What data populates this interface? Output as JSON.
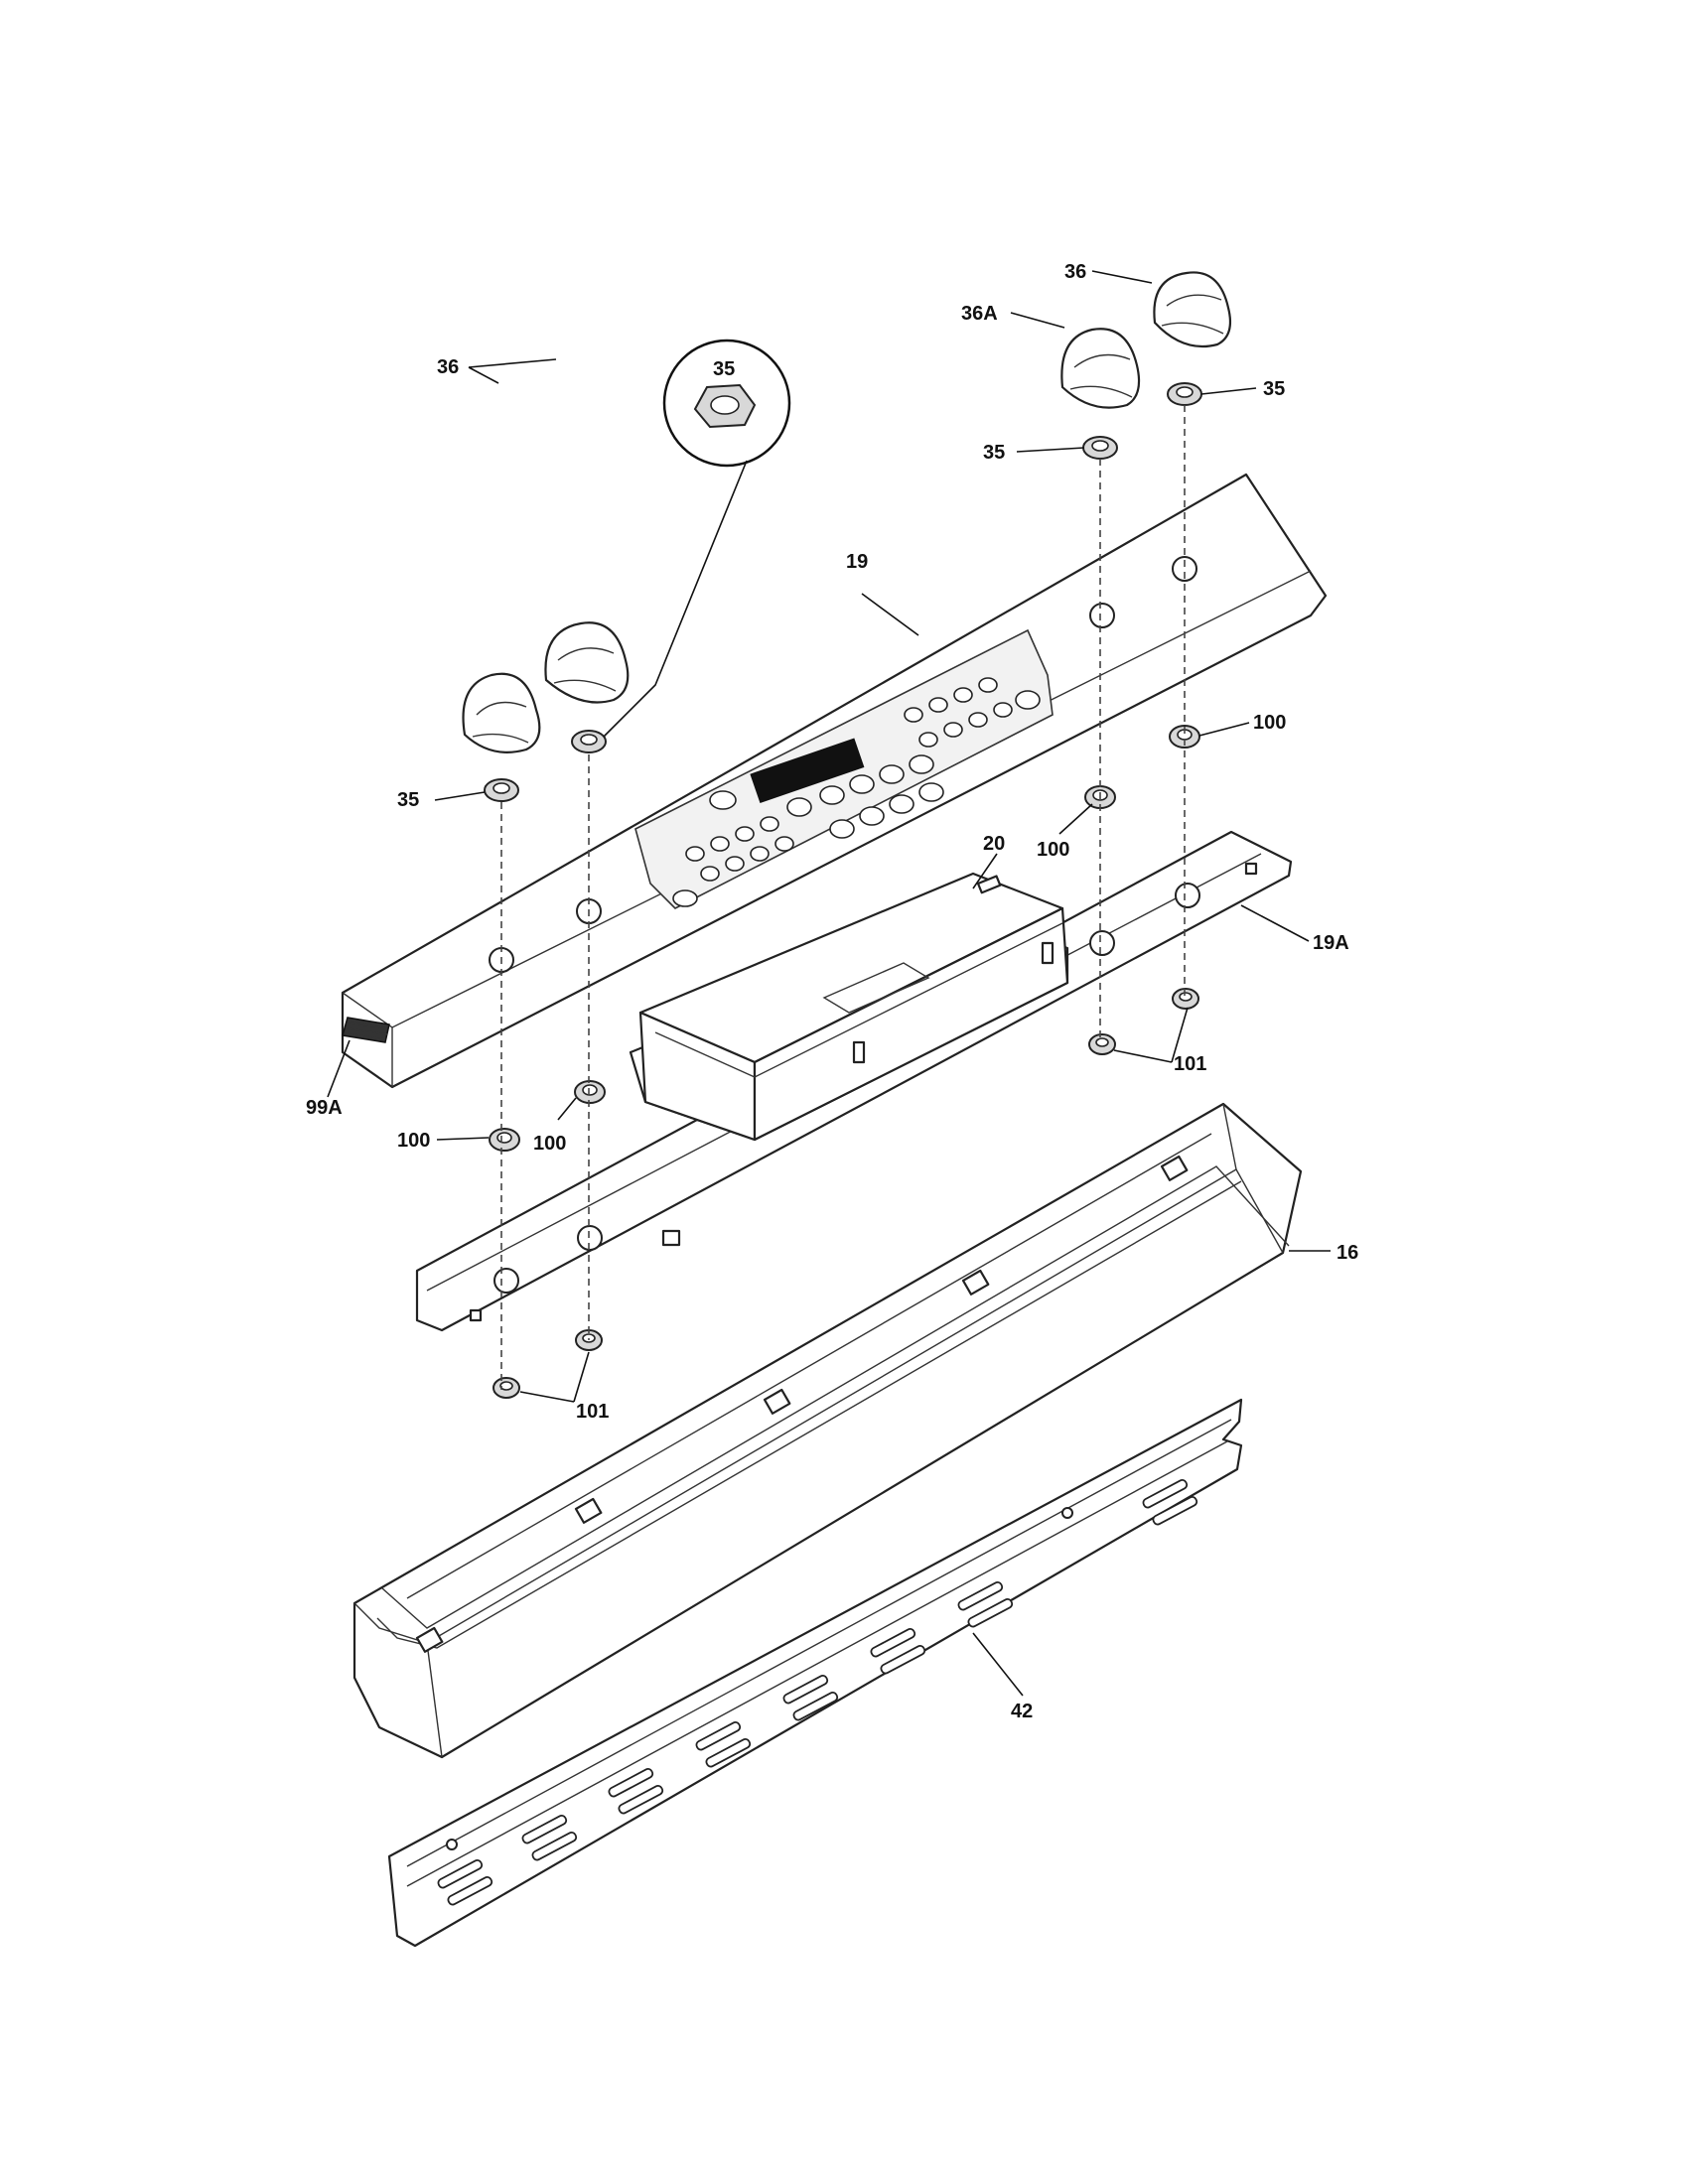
{
  "labels": {
    "l36_right": "36",
    "l36a": "36A",
    "l35_right_top": "35",
    "l35_right_mid": "35",
    "l35_callout": "35",
    "l19": "19",
    "l36_left": "36",
    "l35_left": "35",
    "l100_right": "100",
    "l100_mid": "100",
    "l20": "20",
    "l19a": "19A",
    "l101_right": "101",
    "l99a": "99A",
    "l100_left": "100",
    "l100_left2": "100",
    "l16": "16",
    "l101_left": "101",
    "l42": "42"
  }
}
